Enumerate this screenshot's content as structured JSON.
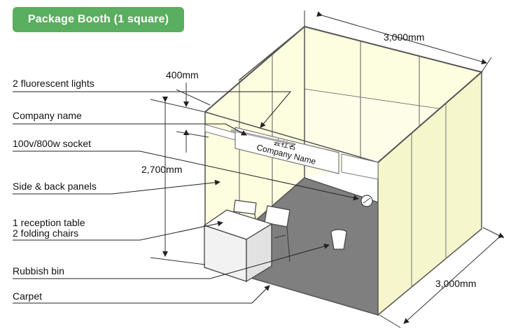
{
  "header": {
    "title": "Package Booth (1 square)"
  },
  "labels": {
    "lights": "2 fluorescent lights",
    "company": "Company name",
    "socket": "100v/800w socket",
    "panels": "Side & back panels",
    "table": "1 reception table",
    "chairs": "2 folding chairs",
    "bin": "Rubbish bin",
    "carpet": "Carpet"
  },
  "dimensions": {
    "width": "3,000mm",
    "depth": "3,000mm",
    "height": "2,700mm",
    "fascia": "400mm"
  },
  "sign": {
    "japanese": "会社名",
    "english": "Company Name"
  },
  "colors": {
    "badge": "#5aae5f",
    "panel": "#fdfde0",
    "carpet": "#7f7f7f",
    "outline": "#555555"
  }
}
